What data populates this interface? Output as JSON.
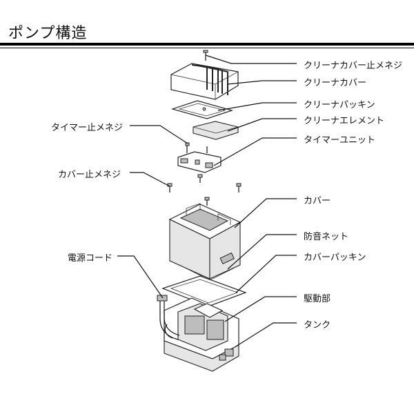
{
  "title": "ポンプ構造",
  "labels": {
    "cleaner_cover_screw": "クリーナカバー止メネジ",
    "cleaner_cover": "クリーナカバー",
    "cleaner_packing": "クリーナパッキン",
    "cleaner_element": "クリーナエレメント",
    "timer_unit": "タイマーユニット",
    "timer_screw": "タイマー止メネジ",
    "cover_screw": "カバー止メネジ",
    "cover": "カバー",
    "soundproof_net": "防音ネット",
    "cover_packing": "カバーパッキン",
    "power_cord": "電源コード",
    "drive_unit": "駆動部",
    "tank": "タンク"
  }
}
